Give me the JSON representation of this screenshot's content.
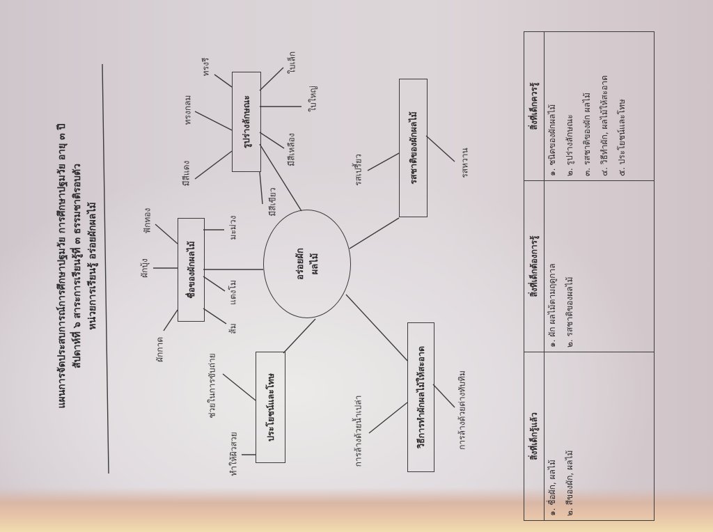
{
  "header": {
    "line1": "แผนการจัดประสบการณ์การศึกษาปฐมวัย  การศึกษาปฐมวัย  อายุ ๓ ปี",
    "line2": "สัปดาห์ที่ ๖  สาระการเรียนรู้ที่ ๓  ธรรมชาติรอบตัว",
    "line3": "หน่วยการเรียนรู้  อร่อยผักผลไม้"
  },
  "mindmap": {
    "center": {
      "line1": "อร่อยผัก",
      "line2": "ผลไม้"
    },
    "names": {
      "label": "ชื่อของผักผลไม้",
      "leaves": [
        "ผักกาด",
        "ผักบุ้ง",
        "ฟักทอง",
        "ส้ม",
        "แตงโม",
        "มะม่วง"
      ]
    },
    "shape": {
      "label": "รูปร่างลักษณะ",
      "leaves": [
        "มีสีแดง",
        "ทรงกลม",
        "ทรงรี",
        "มีสีเขียว",
        "มีสีเหลือง",
        "ใบใหญ่",
        "ใบเล็ก"
      ]
    },
    "taste": {
      "label": "รสชาติของผักผลไม้",
      "leaves": [
        "รสเปรี้ยว",
        "รสหวาน"
      ]
    },
    "benefit": {
      "label": "ประโยชน์และโทษ",
      "leaves": [
        "ช่วยในการขับถ่าย",
        "ทำให้ผิวสวย"
      ]
    },
    "clean": {
      "label": "วิธีการทำผักผลไม้ให้สะอาด",
      "leaves": [
        "การล้างด้วยน้ำเปล่า",
        "การล้างด้วยด่างทับทิม"
      ]
    }
  },
  "table": {
    "headers": [
      "สิ่งที่เด็กรู้แล้ว",
      "สิ่งที่เด็กต้องการรู้",
      "สิ่งที่เด็กควรรู้"
    ],
    "col1": [
      "๑. ชื่อผัก, ผลไม้",
      "๒. สีของผัก, ผลไม้"
    ],
    "col2": [
      "๑. ผัก ผลไม้ตามฤดูกาล",
      "๒. รสชาติของผลไม้"
    ],
    "col3": [
      "๑. ชนิดของผักผลไม้",
      "๒. รูปร่างลักษณะ",
      "๓. รสชาติของผัก ผลไม้",
      "๔. วิธีทำผัก, ผลไม้ให้สะอาด",
      "๕. ประโยชน์และโทษ"
    ]
  }
}
